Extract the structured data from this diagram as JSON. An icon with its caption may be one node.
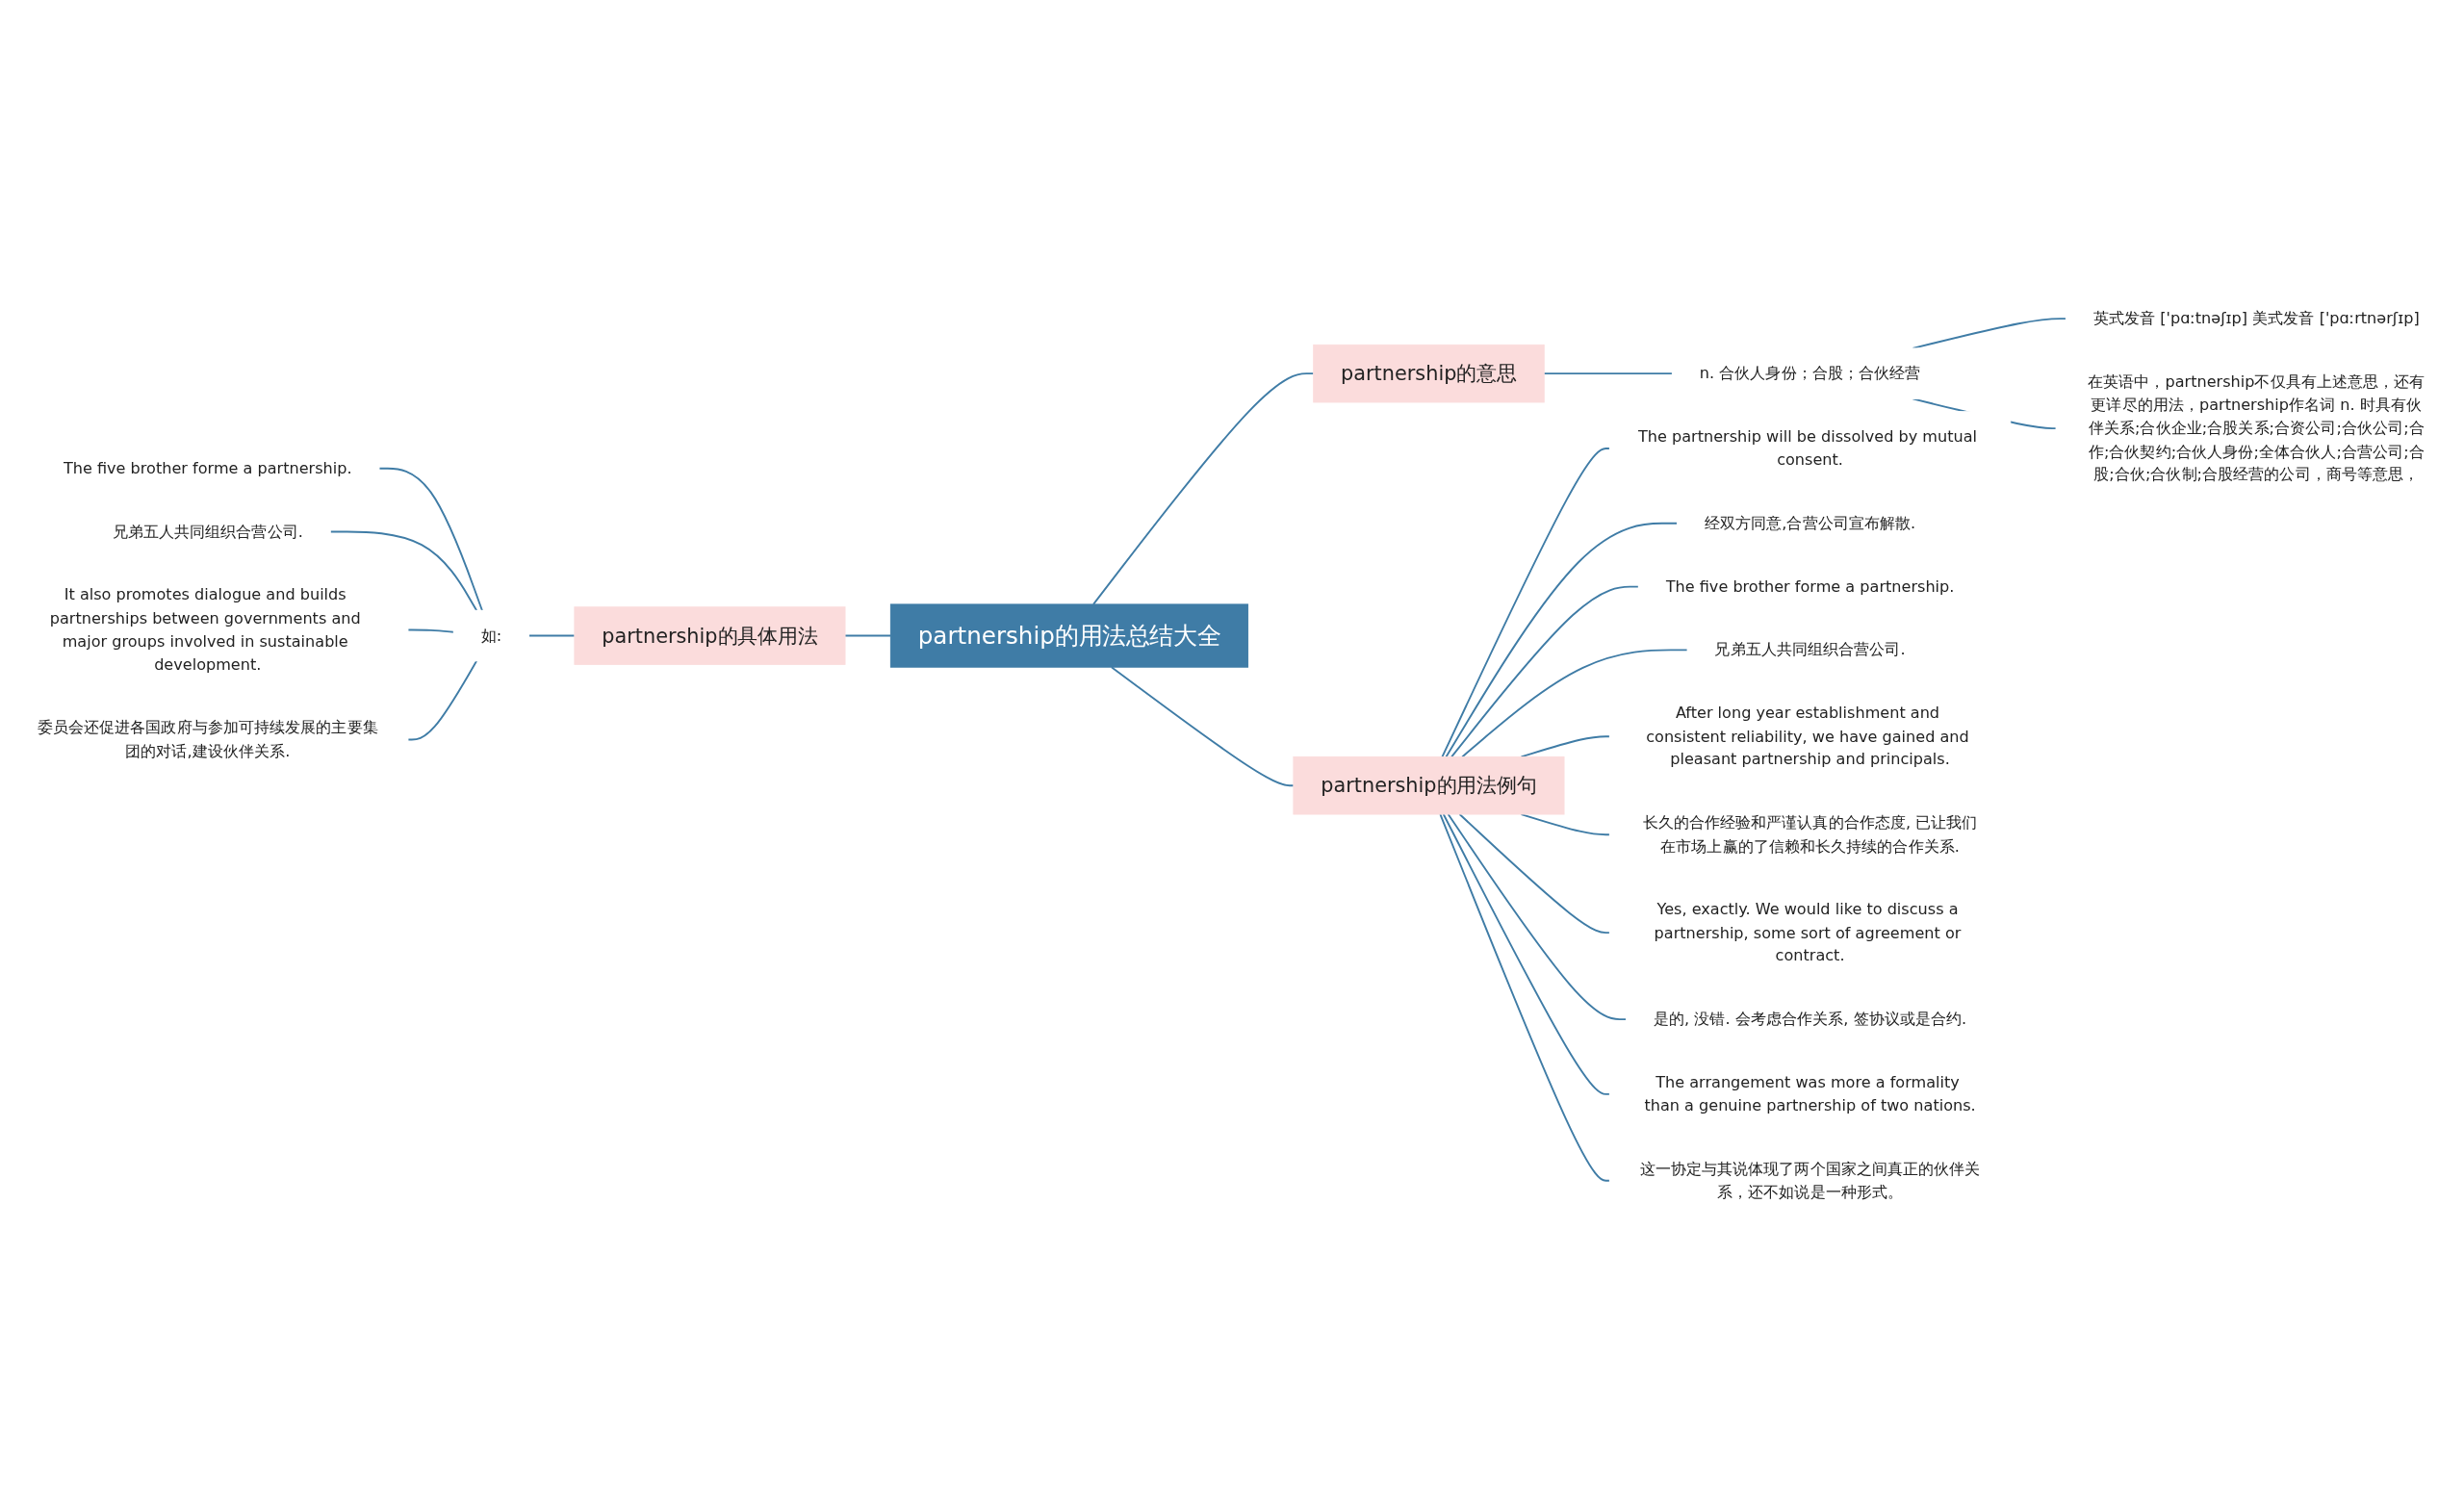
{
  "diagram": {
    "nodes": [
      {
        "text": [
          "partnership的用法总结大全"
        ]
      },
      {
        "text": [
          "partnership的意思"
        ]
      },
      {
        "text": [
          "n. 合伙人身份；合股；合伙经营"
        ]
      },
      {
        "text": [
          "英式发音 ['pɑːtnəʃɪp] 美式发音 ['pɑːrtnərʃɪp]"
        ]
      },
      {
        "text": [
          "在英语中，partnership不仅具有上述意思，还有更详尽的用法，partnership作名词 n. 时具有伙伴关系;合伙企业;合股关系;合资公司;合伙公司;合作;合伙契约;合伙人身份;全体合伙人;合营公司;合股;合伙;合伙制;合股经营的公司，商号等意思，"
        ]
      },
      {
        "text": [
          "partnership的用法例句"
        ]
      },
      {
        "text": [
          "The partnership will be dissolved by mutual consent."
        ]
      },
      {
        "text": [
          "经双方同意,合营公司宣布解散."
        ]
      },
      {
        "text": [
          "The five brother forme a partnership."
        ]
      },
      {
        "text": [
          "兄弟五人共同组织合营公司."
        ]
      },
      {
        "text": [
          "After long year establishment and consistent reliability, we have gained and pleasant partnership and principals."
        ]
      },
      {
        "text": [
          "长久的合作经验和严谨认真的合作态度, 已让我们在市场上赢的了信赖和长久持续的合作关系."
        ]
      },
      {
        "text": [
          "Yes, exactly. We would like to discuss a partnership, some sort of agreement or contract."
        ]
      },
      {
        "text": [
          "是的, 没错. 会考虑合作关系, 签协议或是合约."
        ]
      },
      {
        "text": [
          "The arrangement was more a formality than a genuine partnership of two nations."
        ]
      },
      {
        "text": [
          "这一协定与其说体现了两个国家之间真正的伙伴关系，还不如说是一种形式。"
        ]
      },
      {
        "text": [
          "partnership的具体用法"
        ]
      },
      {
        "text": [
          "如:"
        ]
      },
      {
        "text": [
          "The five brother forme a partnership."
        ]
      },
      {
        "text": [
          "兄弟五人共同组织合营公司."
        ]
      },
      {
        "text": [
          "It also promotes dialogue and builds partnerships between governments and major groups involved in sustainable development."
        ]
      },
      {
        "text": [
          "委员会还促进各国政府与参加可持续发展的主要集团的对话,建设伙伴关系."
        ]
      }
    ],
    "edges": [
      {
        "from": 0,
        "to": 1,
        "arrow": "none"
      },
      {
        "from": 1,
        "to": 2,
        "arrow": "none"
      },
      {
        "from": 2,
        "to": 3,
        "arrow": "none"
      },
      {
        "from": 2,
        "to": 4,
        "arrow": "none"
      },
      {
        "from": 0,
        "to": 5,
        "arrow": "none"
      },
      {
        "from": 5,
        "to": 6,
        "arrow": "none"
      },
      {
        "from": 5,
        "to": 7,
        "arrow": "none"
      },
      {
        "from": 5,
        "to": 8,
        "arrow": "none"
      },
      {
        "from": 5,
        "to": 9,
        "arrow": "none"
      },
      {
        "from": 5,
        "to": 10,
        "arrow": "none"
      },
      {
        "from": 5,
        "to": 11,
        "arrow": "none"
      },
      {
        "from": 5,
        "to": 12,
        "arrow": "none"
      },
      {
        "from": 5,
        "to": 13,
        "arrow": "none"
      },
      {
        "from": 5,
        "to": 14,
        "arrow": "none"
      },
      {
        "from": 5,
        "to": 15,
        "arrow": "none"
      },
      {
        "from": 0,
        "to": 16,
        "arrow": "none"
      },
      {
        "from": 16,
        "to": 17,
        "arrow": "none"
      },
      {
        "from": 17,
        "to": 18,
        "arrow": "none"
      },
      {
        "from": 17,
        "to": 19,
        "arrow": "none"
      },
      {
        "from": 17,
        "to": 20,
        "arrow": "none"
      },
      {
        "from": 17,
        "to": 21,
        "arrow": "none"
      }
    ]
  }
}
